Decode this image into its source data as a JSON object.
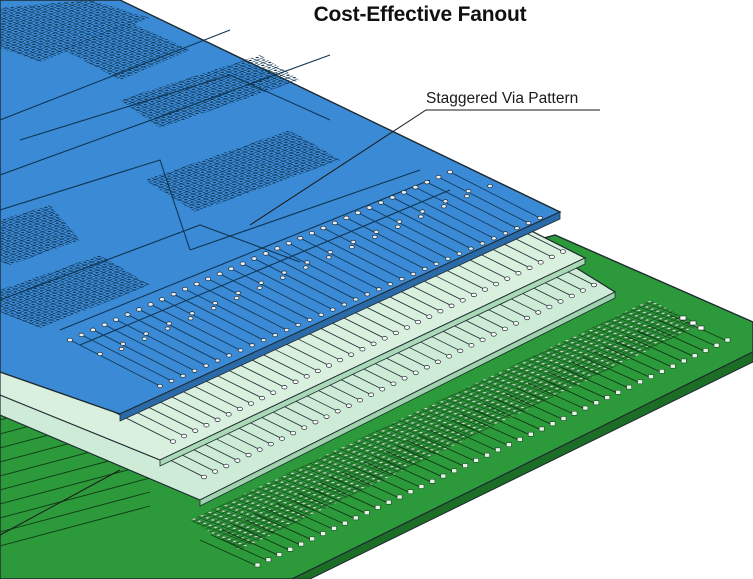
{
  "title": "Cost-Effective Fanout",
  "callout": {
    "label": "Staggered Via Pattern"
  },
  "layers": [
    {
      "name": "top-layer",
      "color": "#3b8ad6"
    },
    {
      "name": "inner-layer-1",
      "color": "#d9f0df"
    },
    {
      "name": "inner-layer-2",
      "color": "#cdebd6"
    },
    {
      "name": "bottom-layer",
      "color": "#2c9a3a"
    }
  ],
  "colors": {
    "outline": "#1e2a30",
    "pad": "#e9eef2",
    "trace_dark": "#123b5c"
  }
}
